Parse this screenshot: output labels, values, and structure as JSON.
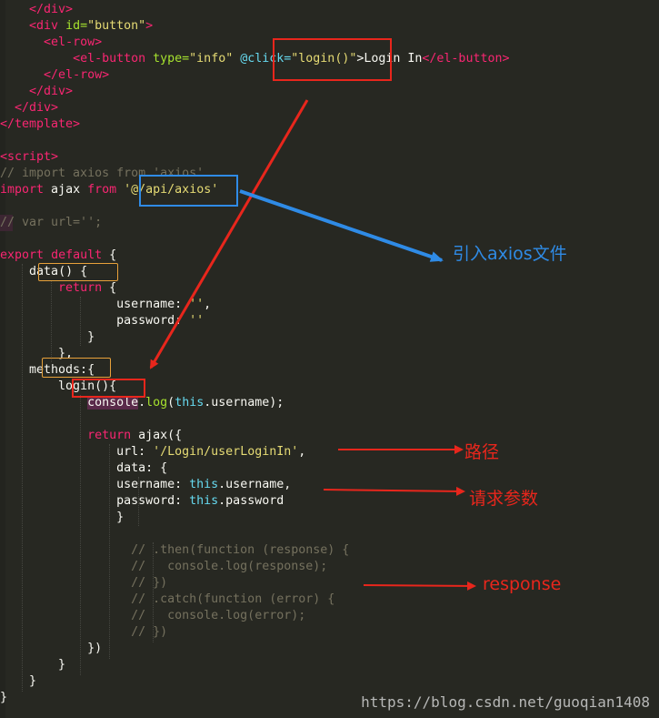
{
  "code_lines": {
    "l0": [
      "    ",
      "</div>"
    ],
    "l1": [
      "    ",
      "<div",
      " id=",
      "\"button\"",
      ">"
    ],
    "l2": [
      "      ",
      "<el-row>"
    ],
    "l3": [
      "          ",
      "<el-button",
      " type=",
      "\"info\"",
      " ",
      "@click=",
      "\"login()\"",
      ">Login In",
      "</el-button>"
    ],
    "l4": [
      "      ",
      "</el-row>"
    ],
    "l5": [
      "    ",
      "</div>"
    ],
    "l6": [
      "  ",
      "</div>"
    ],
    "l7": [
      "",
      "</template>"
    ],
    "l9": [
      "",
      "<script>"
    ],
    "l10": [
      "// import axios from 'axios'"
    ],
    "l11": [
      "import",
      " ajax ",
      "from",
      " ",
      "'@/api/axios'"
    ],
    "l13": [
      "// var url='';"
    ],
    "l15": [
      "export",
      " ",
      "default",
      " {"
    ],
    "l16": [
      "    ",
      "data",
      "() {"
    ],
    "l17": [
      "        ",
      "return",
      " {"
    ],
    "l18": [
      "                username: ",
      "''",
      ","
    ],
    "l19": [
      "                password: ",
      "''"
    ],
    "l20": [
      "            }"
    ],
    "l21": [
      "        },"
    ],
    "l22": [
      "    methods:{"
    ],
    "l23": [
      "        ",
      "login",
      "(){"
    ],
    "l24": [
      "            ",
      "console",
      ".",
      "log",
      "(",
      "this",
      ".username);"
    ],
    "l26": [
      "            ",
      "return",
      " ajax({"
    ],
    "l27": [
      "                url: ",
      "'/Login/userLoginIn'",
      ","
    ],
    "l28": [
      "                data: {"
    ],
    "l29": [
      "                username: ",
      "this",
      ".username,"
    ],
    "l30": [
      "                password: ",
      "this",
      ".password"
    ],
    "l31": [
      "                }"
    ],
    "l33": [
      "                  // .then(function (response) {"
    ],
    "l34": [
      "                  //   console.log(response);"
    ],
    "l35": [
      "                  // })"
    ],
    "l36": [
      "                  // .catch(function (error) {"
    ],
    "l37": [
      "                  //   console.log(error);"
    ],
    "l38": [
      "                  // })"
    ],
    "l39": [
      "            })"
    ],
    "l40": [
      "        }"
    ],
    "l41": [
      "    }"
    ],
    "l42": [
      "}"
    ]
  },
  "annotations": {
    "axios_note": "引入axios文件",
    "path_note": "路径",
    "params_note": "请求参数",
    "response_note": "response"
  },
  "watermark": "https://blog.csdn.net/guoqian1408",
  "colors": {
    "background": "#272822",
    "tag": "#f92672",
    "string": "#e6db74",
    "comment": "#75715e",
    "function": "#a6e22e",
    "keyword_blue": "#66d9ef",
    "annotation_red": "#e8261c",
    "annotation_blue": "#2f8be6",
    "annotation_orange": "#e8a13a"
  }
}
